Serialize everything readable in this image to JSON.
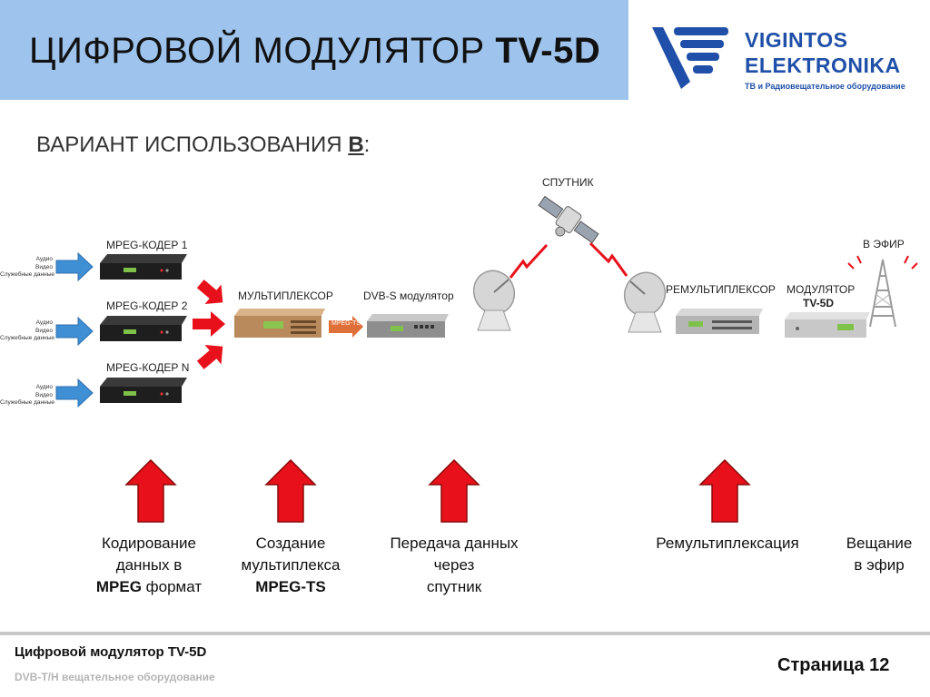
{
  "header": {
    "title_prefix": "ЦИФРОВОЙ МОДУЛЯТОР",
    "title_model": "TV-5D",
    "brand_line1": "VIGINTOS",
    "brand_line2": "ELEKTRONIKA",
    "brand_tagline": "ТВ и Радиовещательное оборудование"
  },
  "subtitle": {
    "text": "ВАРИАНТ ИСПОЛЬЗОВАНИЯ ",
    "variant": "В",
    "colon": ":"
  },
  "diagram": {
    "input_labels": [
      "Аудио",
      "Видео",
      "Служебные данные"
    ],
    "encoders": [
      "MPEG-КОДЕР 1",
      "MPEG-КОДЕР 2",
      "MPEG-КОДЕР N"
    ],
    "multiplexer": "МУЛЬТИПЛЕКСОР",
    "stream_label": "MPEG-TS",
    "dvbs_modulator": "DVB-S модулятор",
    "satellite": "СПУТНИК",
    "remultiplexer": "РЕМУЛЬТИПЛЕКСОР",
    "modulator_line1": "МОДУЛЯТОР",
    "modulator_line2": "TV-5D",
    "broadcast": "В ЭФИР"
  },
  "captions": [
    {
      "line1": "Кодирование",
      "line2": "данных в",
      "line3_bold": "MPEG",
      "line3_rest": " формат"
    },
    {
      "line1": "Создание",
      "line2": "мультиплекса",
      "line3_bold": "MPEG-TS",
      "line3_rest": ""
    },
    {
      "line1": "Передача данных",
      "line2": "через",
      "line3_bold": "",
      "line3_rest": "спутник"
    },
    {
      "line1": "Ремультиплексация",
      "line2": "",
      "line3_bold": "",
      "line3_rest": ""
    },
    {
      "line1": "Вещание",
      "line2": "в эфир",
      "line3_bold": "",
      "line3_rest": ""
    }
  ],
  "footer": {
    "title": "Цифровой модулятор TV-5D",
    "subtitle": "DVB-T/H  вещательное оборудование",
    "page": "Страница 12"
  },
  "colors": {
    "header_band": "#9ec3ec",
    "brand_blue": "#1f4fa8",
    "input_arrow": "#3f8fd4",
    "red_arrow": "#e8101a",
    "stream_arrow": "#e0703a"
  }
}
